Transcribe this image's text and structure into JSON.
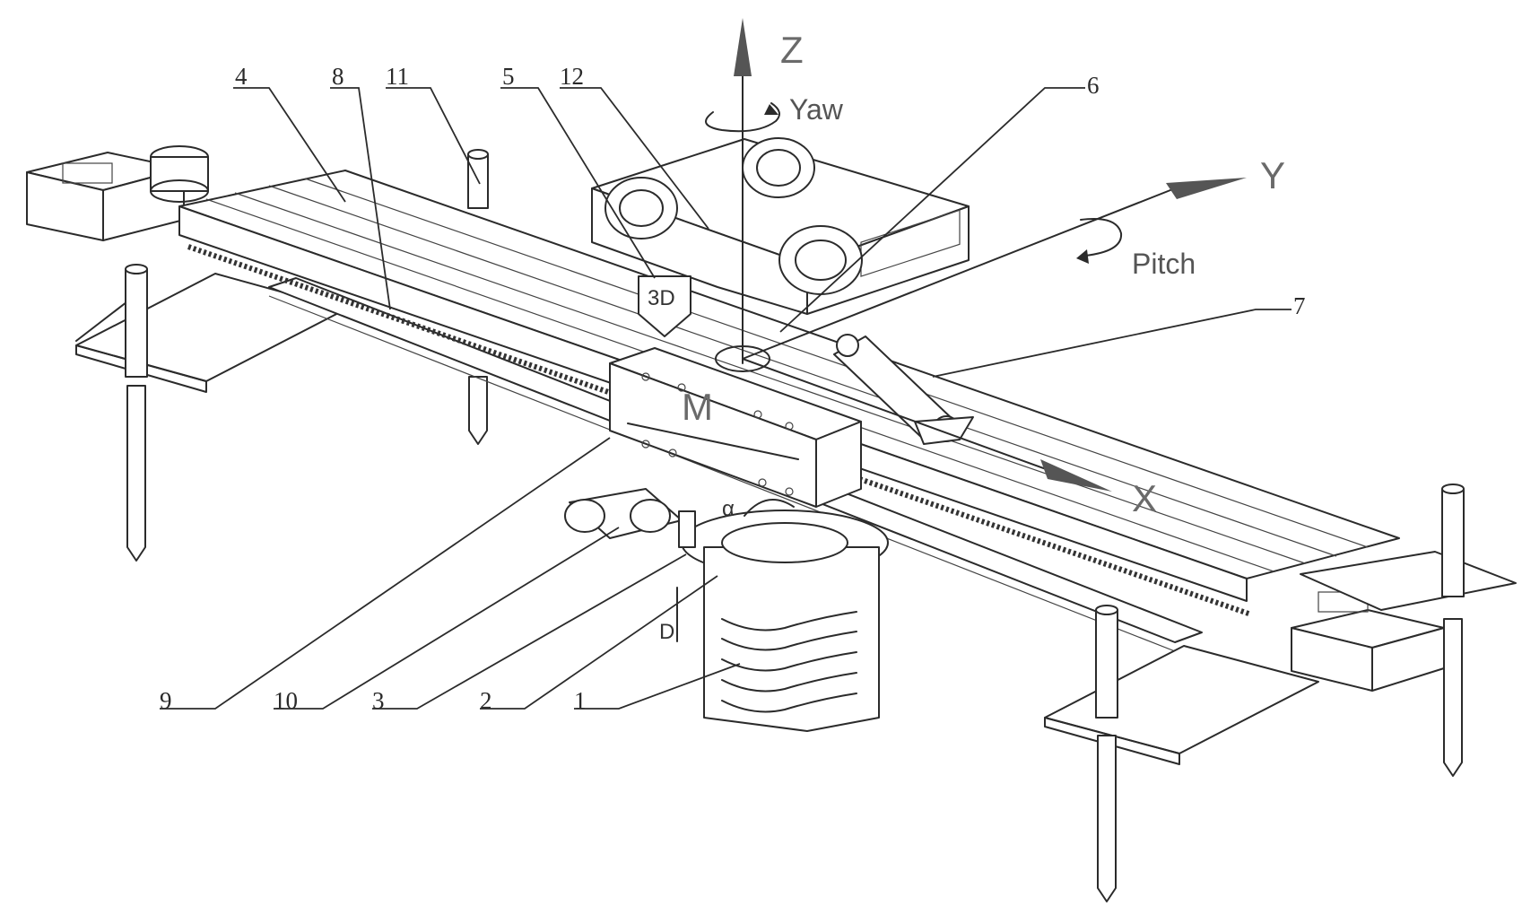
{
  "axes": {
    "z": "Z",
    "y": "Y",
    "x": "X",
    "yaw": "Yaw",
    "pitch": "Pitch"
  },
  "marks": {
    "m": "M",
    "alpha": "α",
    "d": "D",
    "badge": "3D"
  },
  "callouts": [
    "1",
    "2",
    "3",
    "4",
    "5",
    "6",
    "7",
    "8",
    "9",
    "10",
    "11",
    "12"
  ],
  "colors": {
    "line": "#2b2b2b",
    "axis_arrow": "#555555",
    "background": "#ffffff"
  }
}
